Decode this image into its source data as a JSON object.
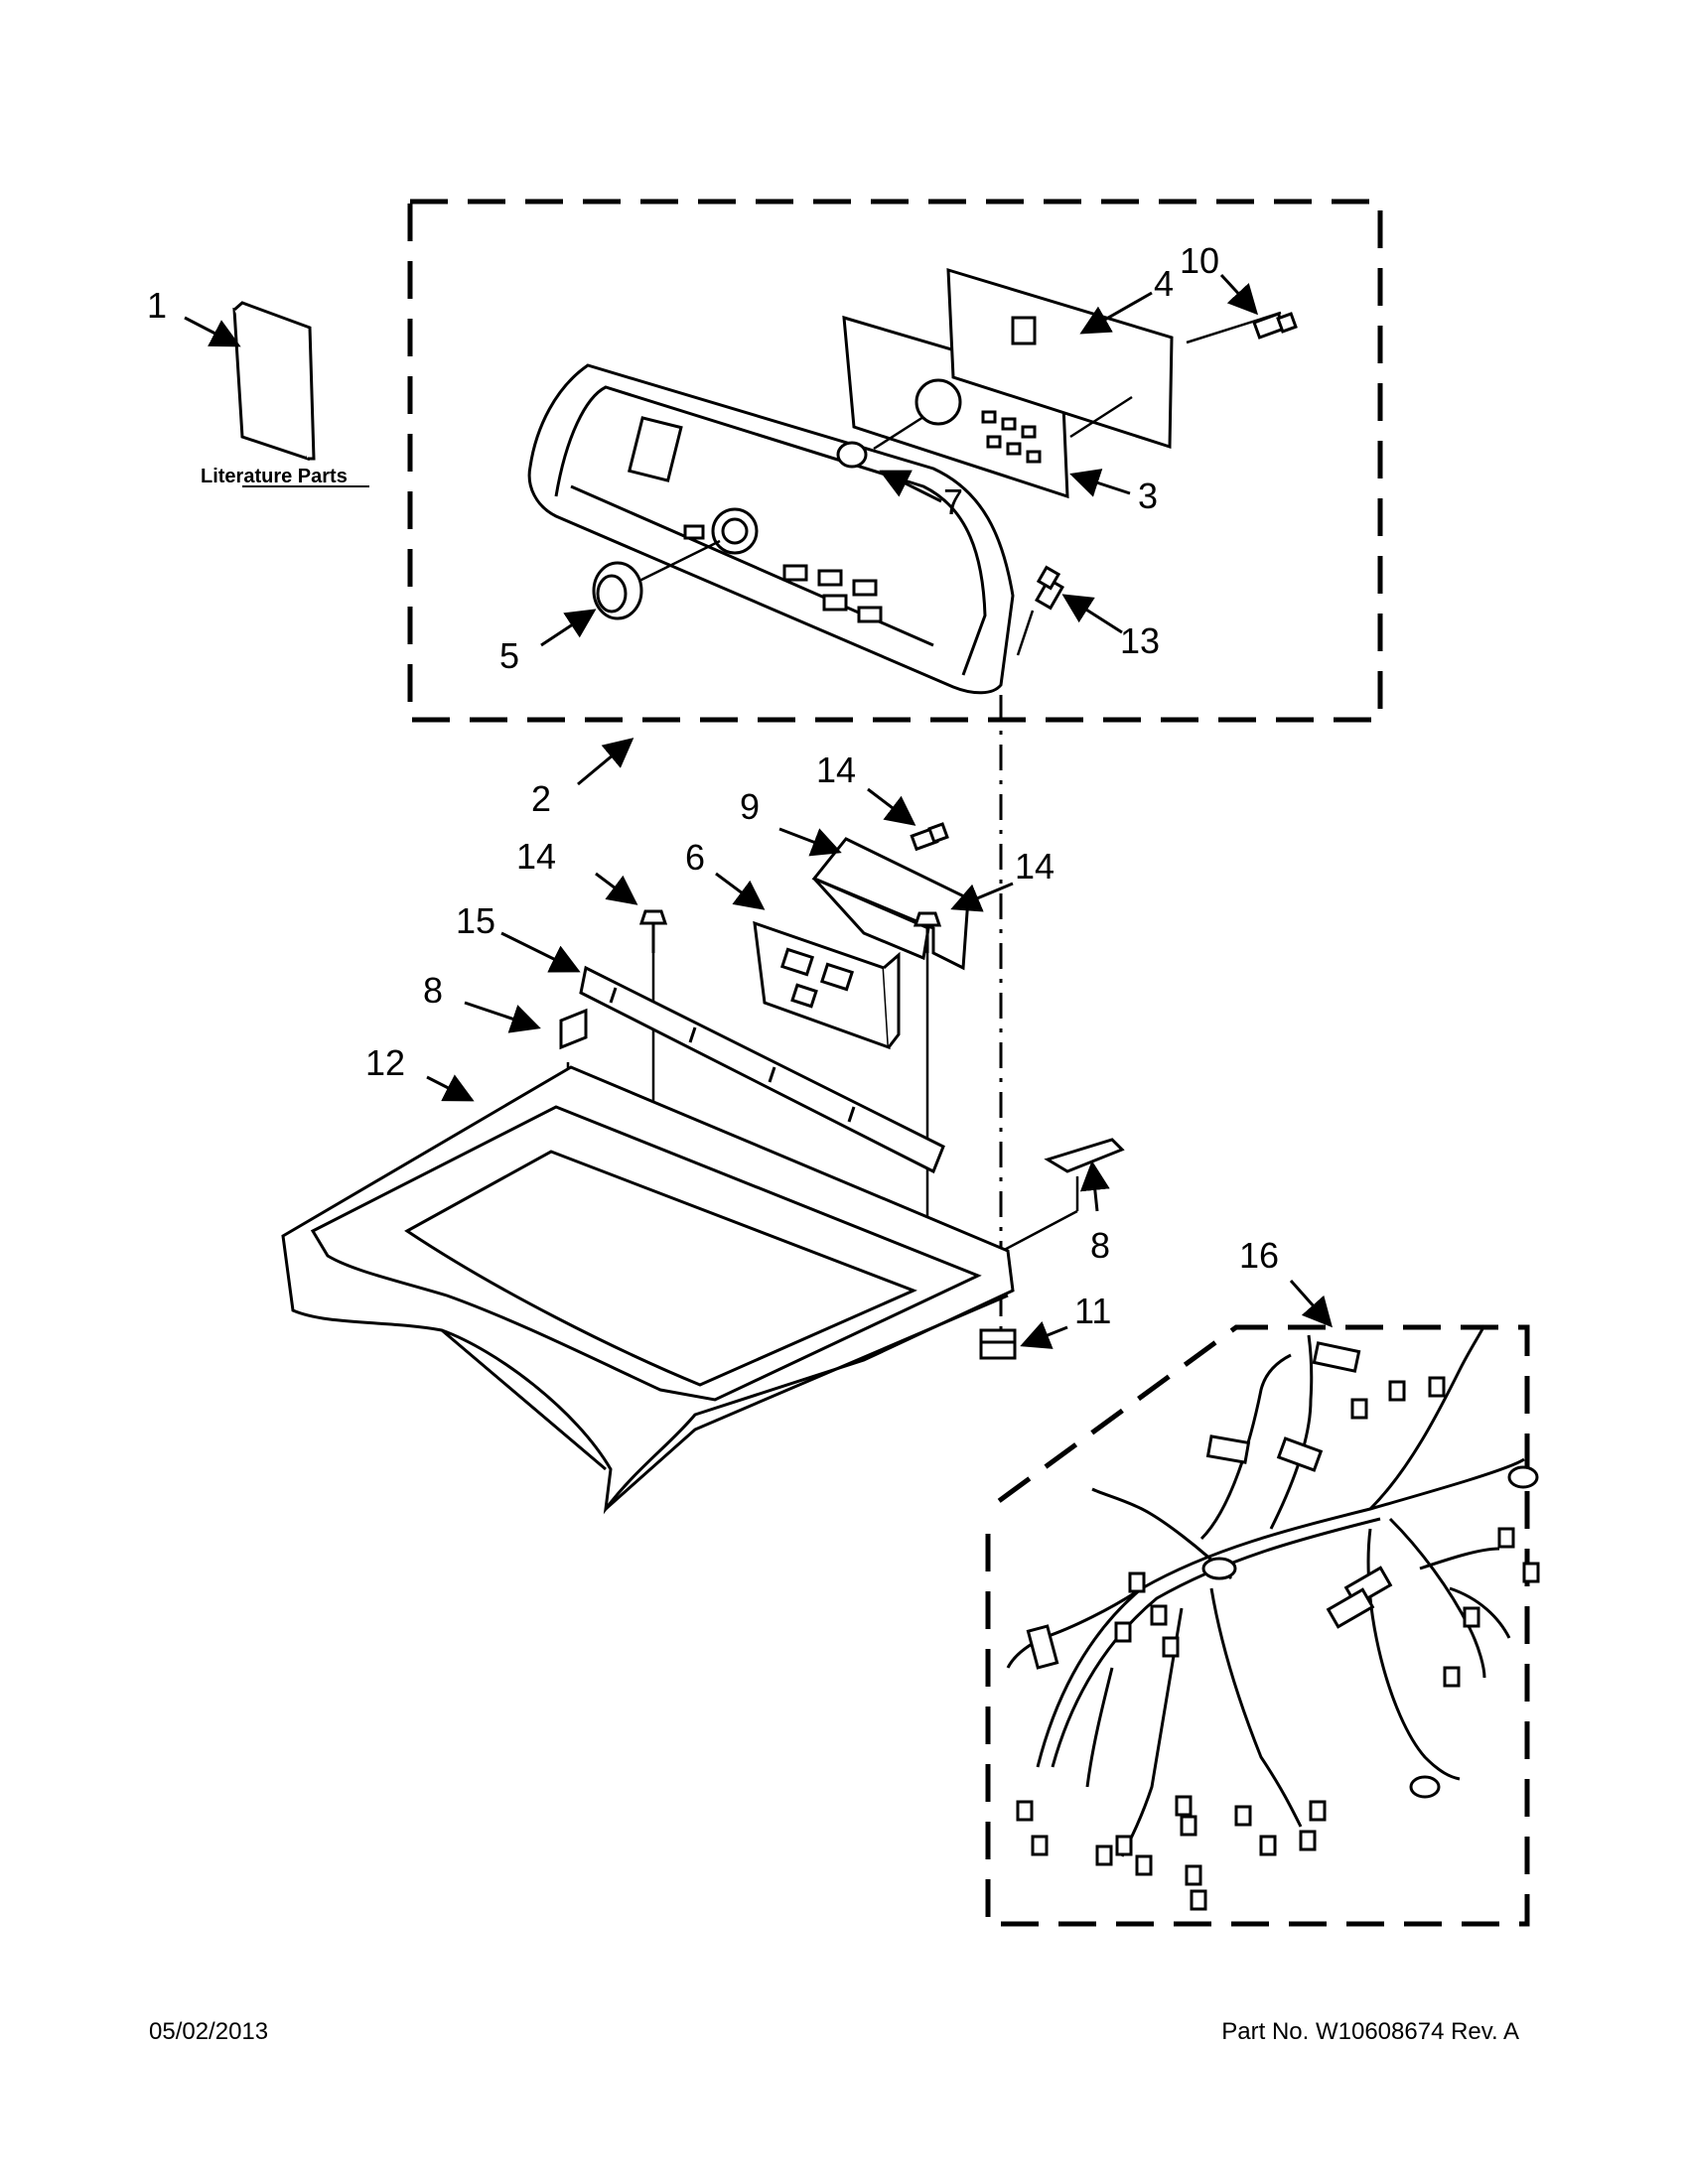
{
  "diagram": {
    "literature_label": "Literature Parts",
    "callouts": {
      "c1": "1",
      "c2": "2",
      "c3": "3",
      "c4": "4",
      "c5": "5",
      "c6": "6",
      "c7": "7",
      "c8a": "8",
      "c8b": "8",
      "c9": "9",
      "c10": "10",
      "c11": "11",
      "c12": "12",
      "c13": "13",
      "c14a": "14",
      "c14b": "14",
      "c14c": "14",
      "c15": "15",
      "c16": "16"
    }
  },
  "footer": {
    "date": "05/02/2013",
    "part_number": "Part No.  W10608674  Rev.  A"
  }
}
